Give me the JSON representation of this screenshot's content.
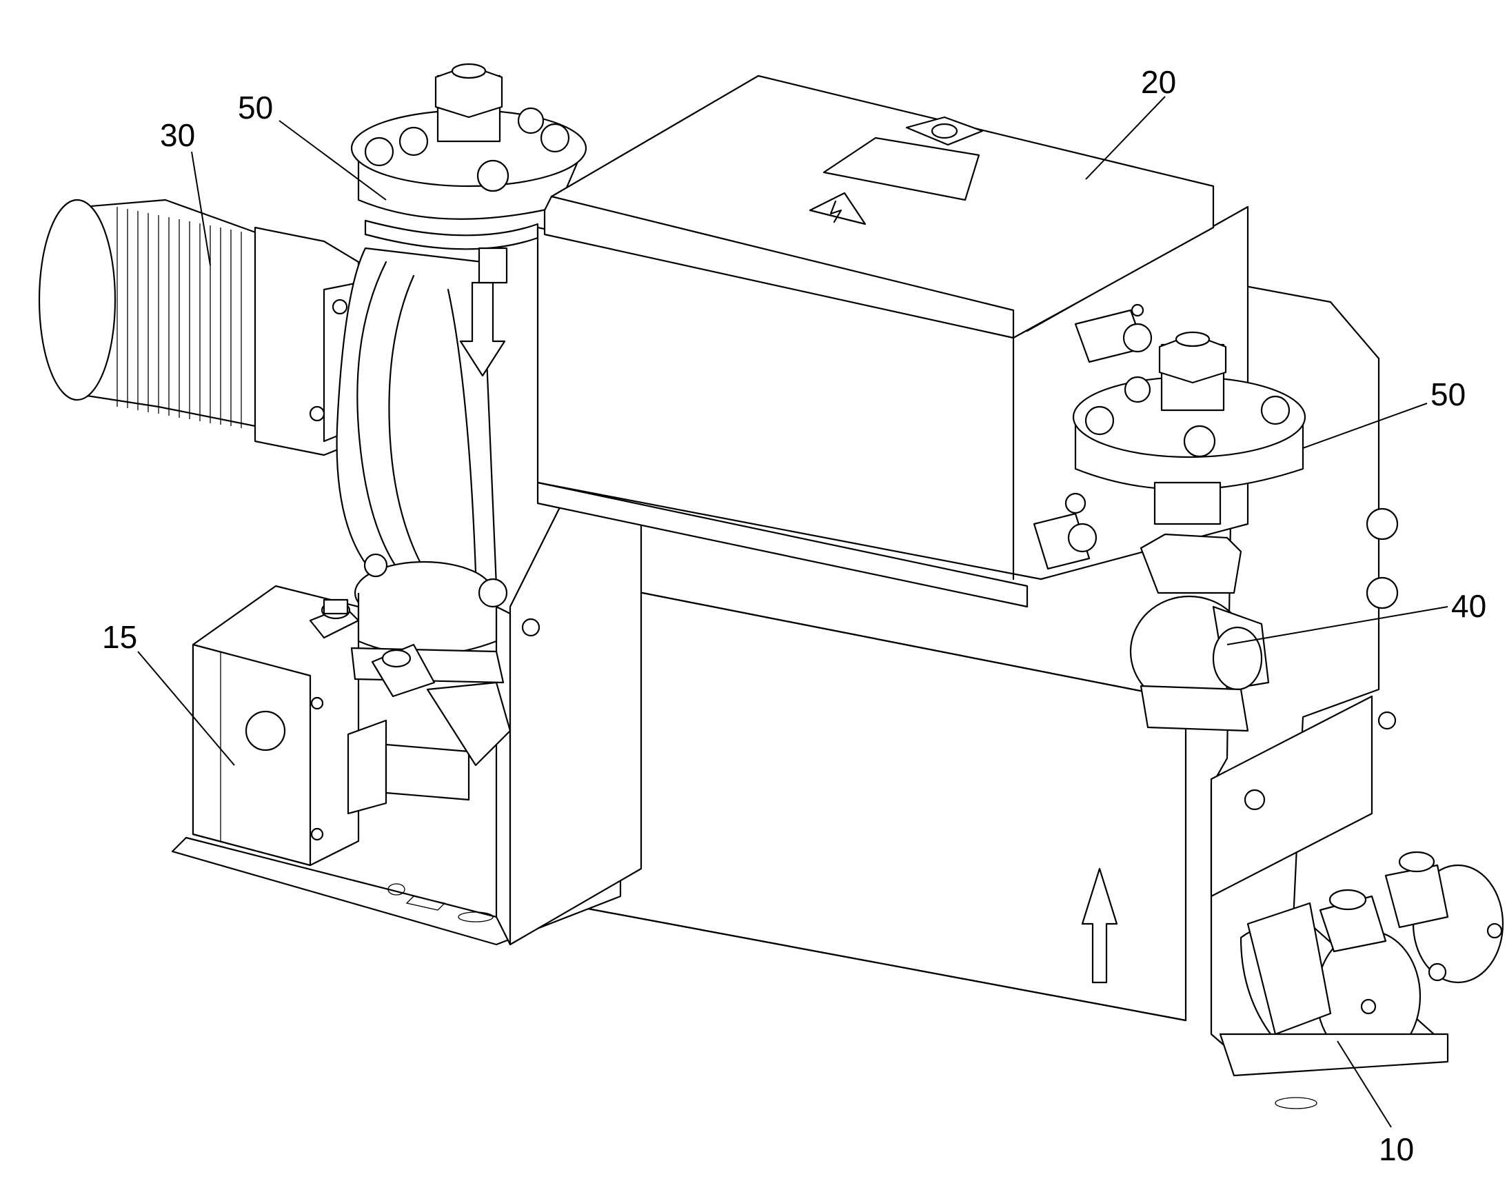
{
  "figure": {
    "callouts": [
      {
        "id": "c20",
        "label": "20"
      },
      {
        "id": "c50a",
        "label": "50"
      },
      {
        "id": "c30",
        "label": "30"
      },
      {
        "id": "c50b",
        "label": "50"
      },
      {
        "id": "c40",
        "label": "40"
      },
      {
        "id": "c15",
        "label": "15"
      },
      {
        "id": "c10",
        "label": "10"
      }
    ],
    "icons": {
      "warning": "high-voltage-warning-icon",
      "flow_down": "flow-arrow-down-icon",
      "flow_up": "flow-arrow-up-icon"
    },
    "colors": {
      "line": "#000000",
      "background": "#ffffff"
    }
  }
}
